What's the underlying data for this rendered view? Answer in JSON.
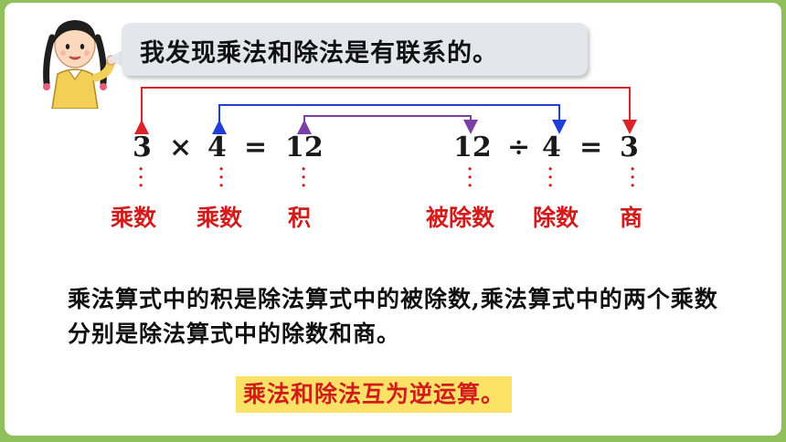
{
  "bubble": {
    "text": "我发现乘法和除法是有联系的。"
  },
  "multiplication": {
    "a": "3",
    "op": "×",
    "b": "4",
    "eq": "=",
    "product": "12"
  },
  "division": {
    "dividend": "12",
    "op": "÷",
    "divisor": "4",
    "eq": "=",
    "quotient": "3"
  },
  "labels": {
    "factor1": "乘数",
    "factor2": "乘数",
    "product": "积",
    "dividend": "被除数",
    "divisor": "除数",
    "quotient": "商"
  },
  "summary": "乘法算式中的积是除法算式中的被除数,乘法算式中的两个乘数分别是除法算式中的除数和商。",
  "conclusion": "乘法和除法互为逆运算。",
  "colors": {
    "background": "#8fc05b",
    "label_red": "#d21c1c",
    "arrow_red": "#d9252a",
    "arrow_blue": "#1f3fd6",
    "arrow_purple": "#7b3fa8",
    "highlight": "#fbe267"
  }
}
